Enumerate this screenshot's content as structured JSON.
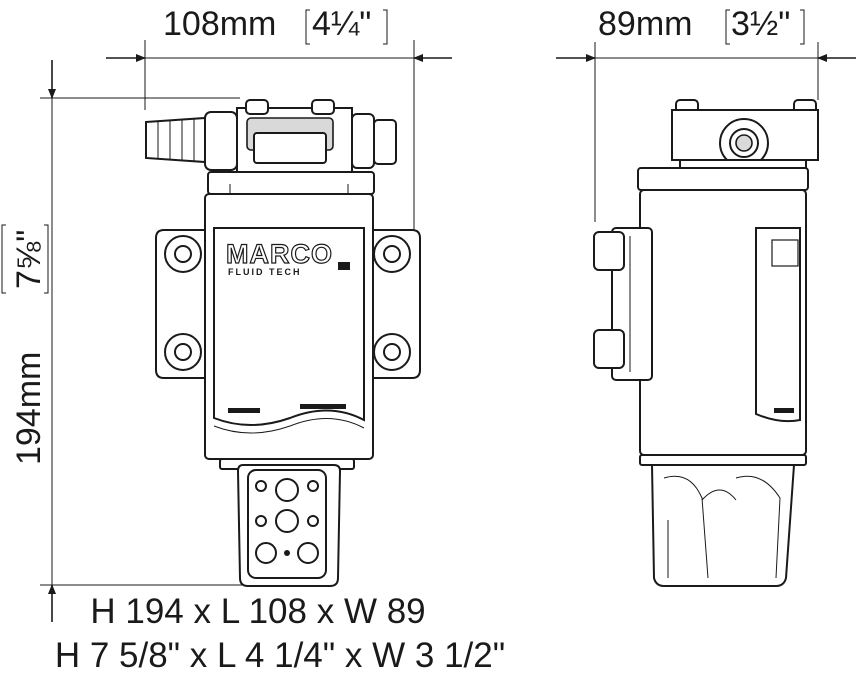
{
  "dimensions": {
    "length_mm": "108mm",
    "length_in": "4¼\"",
    "width_mm": "89mm",
    "width_in": "3½\"",
    "height_mm": "194mm",
    "height_in": "7⅝\""
  },
  "logo": {
    "brand": "MARCO",
    "sub": "FLUID TECH"
  },
  "captions": {
    "metric": "H 194 x L 108 x W 89",
    "imperial": "H 7 5/8\" x L 4 1/4\" x W 3 1/2\""
  }
}
